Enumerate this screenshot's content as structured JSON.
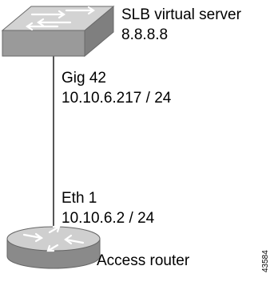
{
  "switch": {
    "name": "SLB virtual server",
    "address": "8.8.8.8"
  },
  "switch_interface": {
    "name": "Gig 42",
    "address": "10.10.6.217 / 24"
  },
  "router_interface": {
    "name": "Eth 1",
    "address": "10.10.6.2 / 24"
  },
  "router": {
    "name": "Access router"
  },
  "figure_id": "43584",
  "colors": {
    "device_top": "#cfcfcf",
    "device_side": "#8e8e8e",
    "link": "#555555",
    "arrow": "#ffffff"
  }
}
